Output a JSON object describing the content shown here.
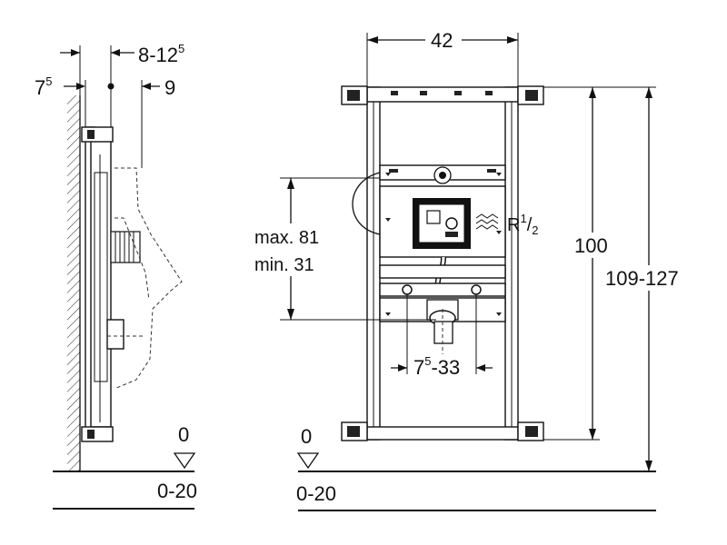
{
  "side_view": {
    "dim_wall_offset": "7",
    "dim_wall_offset_sup": "5",
    "dim_depth_range": "8-12",
    "dim_depth_range_sup": "5",
    "dim_front": "9",
    "floor_zero": "0",
    "floor_range": "0-20"
  },
  "front_view": {
    "dim_width": "42",
    "dim_height": "100",
    "dim_total_height": "109-127",
    "dim_max_label": "max. 81",
    "dim_min_label": "min. 31",
    "dim_connection_label": "R",
    "dim_connection_sup": "1",
    "dim_connection_sub": "2",
    "dim_connection_sep": "/",
    "dim_drain_range": "7",
    "dim_drain_range_sup": "5",
    "dim_drain_range_tail": "-33",
    "floor_zero": "0",
    "floor_range": "0-20"
  },
  "colors": {
    "line": "#111111",
    "dark_part": "#222222",
    "hatch": "#444444"
  },
  "icons": [
    "floor-level-triangle-icon",
    "water-supply-symbol-icon"
  ]
}
